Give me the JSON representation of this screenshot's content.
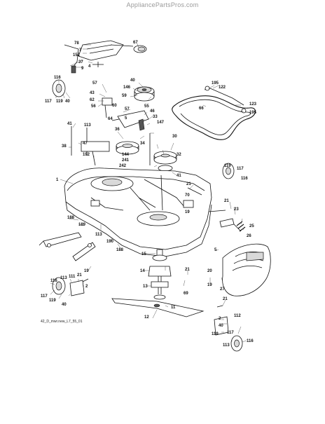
{
  "header": {
    "site": "AppliancePartsPros.com"
  },
  "drawing_code": "42_D_mwr.new_L7_55_01",
  "callouts": [
    "78",
    "67",
    "7",
    "152",
    "37",
    "9",
    "4",
    "116",
    "117",
    "119",
    "40",
    "57",
    "43",
    "62",
    "56",
    "60",
    "146",
    "40",
    "59",
    "55",
    "57",
    "46",
    "64",
    "5",
    "33",
    "147",
    "195",
    "122",
    "66",
    "123",
    "195",
    "41",
    "113",
    "36",
    "47",
    "34",
    "38",
    "30",
    "192",
    "144",
    "241",
    "242",
    "32",
    "41",
    "1",
    "21",
    "119",
    "117",
    "116",
    "21",
    "23",
    "70",
    "19",
    "25",
    "26",
    "188",
    "189",
    "113",
    "190",
    "188",
    "15",
    "14",
    "13",
    "11",
    "12",
    "19",
    "21",
    "20",
    "69",
    "27",
    "5",
    "19",
    "116",
    "117",
    "119",
    "40",
    "113",
    "111",
    "21",
    "2",
    "21",
    "2",
    "112",
    "40",
    "119",
    "113",
    "117",
    "116"
  ]
}
